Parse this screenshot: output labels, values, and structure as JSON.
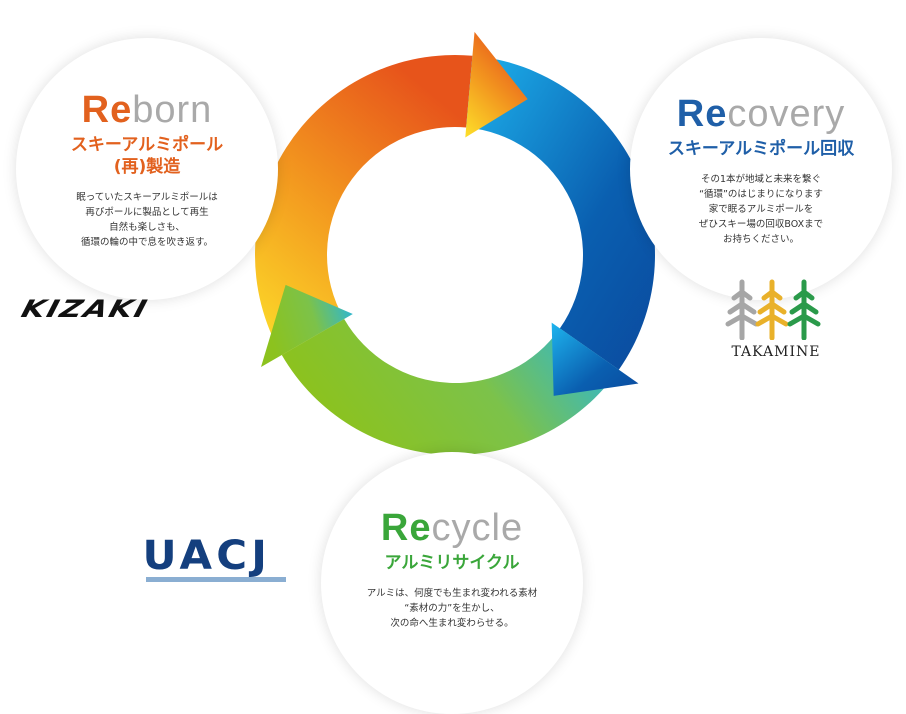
{
  "colors": {
    "reborn": "#e2611e",
    "recovery": "#1f5fa8",
    "recycle": "#3aa63a",
    "gray": "#a9a9a9"
  },
  "reborn": {
    "title_accent": "Re",
    "title_rest": "born",
    "subtitle": "スキーアルミポール\n(再)製造",
    "body": "眠っていたスキーアルミポールは\n再びポールに製品として再生\n自然も楽しさも、\n循環の輪の中で息を吹き返す。"
  },
  "recovery": {
    "title_accent": "Re",
    "title_rest": "covery",
    "subtitle": "スキーアルミポール回収",
    "body": "その1本が地域と未来を繋ぐ\n“循環”のはじまりになります\n家で眠るアルミポールを\nぜひスキー場の回収BOXまで\nお持ちください。"
  },
  "recycle": {
    "title_accent": "Re",
    "title_rest": "cycle",
    "subtitle": "アルミリサイクル",
    "body": "アルミは、何度でも生まれ変われる素材\n“素材の力”を生かし、\n次の命へ生まれ変わらせる。"
  },
  "logos": {
    "kizaki": "KIZAKI",
    "uacj": "UACJ",
    "takamine": "TAKAMINE"
  }
}
